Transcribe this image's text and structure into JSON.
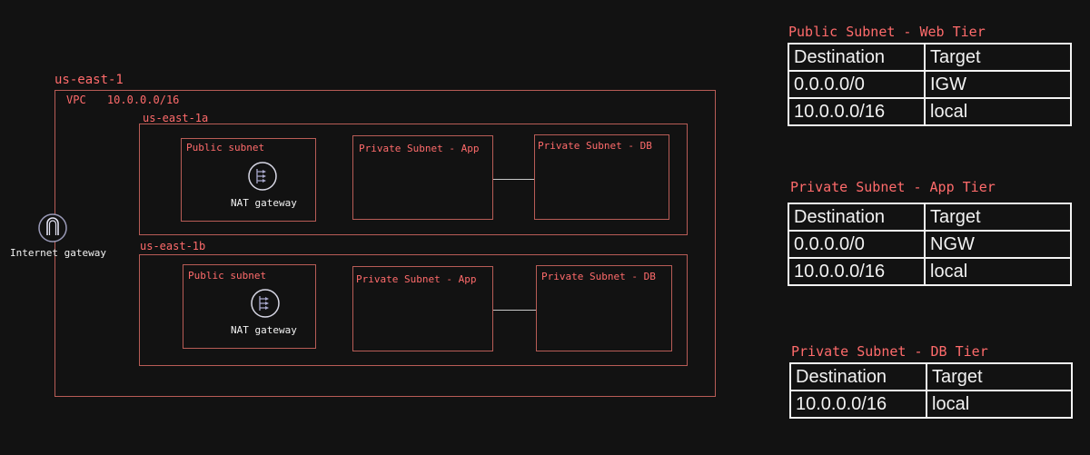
{
  "region": "us-east-1",
  "vpc": {
    "label": "VPC",
    "cidr": "10.0.0.0/16"
  },
  "internet_gateway": {
    "label": "Internet gateway",
    "icon": "internet-gateway-icon"
  },
  "availability_zones": [
    {
      "name": "us-east-1a",
      "public_subnet": "Public subnet",
      "nat_gateway": "NAT gateway",
      "app_subnet": "Private Subnet - App",
      "db_subnet": "Private Subnet - DB"
    },
    {
      "name": "us-east-1b",
      "public_subnet": "Public subnet",
      "nat_gateway": "NAT gateway",
      "app_subnet": "Private Subnet - App",
      "db_subnet": "Private Subnet - DB"
    }
  ],
  "route_tables": [
    {
      "title": "Public Subnet - Web Tier",
      "headers": [
        "Destination",
        "Target"
      ],
      "rows": [
        [
          "0.0.0.0/0",
          "IGW"
        ],
        [
          "10.0.0.0/16",
          "local"
        ]
      ]
    },
    {
      "title": "Private Subnet - App Tier",
      "headers": [
        "Destination",
        "Target"
      ],
      "rows": [
        [
          "0.0.0.0/0",
          "NGW"
        ],
        [
          "10.0.0.0/16",
          "local"
        ]
      ]
    },
    {
      "title": "Private Subnet - DB Tier",
      "headers": [
        "Destination",
        "Target"
      ],
      "rows": [
        [
          "10.0.0.0/16",
          "local"
        ]
      ]
    }
  ],
  "colors": {
    "background": "#121212",
    "accent": "#ff6b6b",
    "border": "#b85c56",
    "text": "#f2f2f2"
  }
}
